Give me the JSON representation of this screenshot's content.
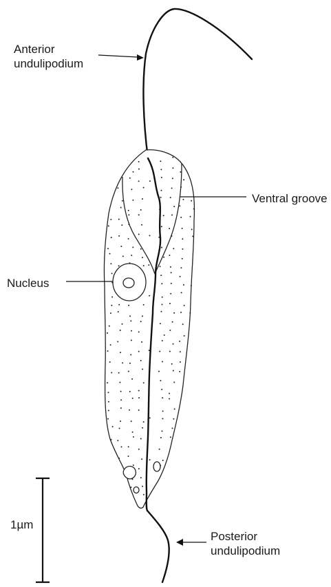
{
  "labels": {
    "anterior_undulipodium": [
      "Anterior",
      "undulipodium"
    ],
    "ventral_groove": "Ventral groove",
    "nucleus": "Nucleus",
    "posterior_undulipodium": [
      "Posterior",
      "undulipodium"
    ]
  },
  "scale_bar": {
    "label": "1µm"
  }
}
